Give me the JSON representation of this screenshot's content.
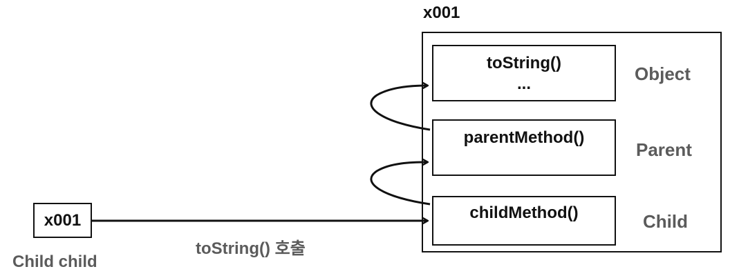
{
  "instance": {
    "address_label": "x001",
    "layers": [
      {
        "class_name": "Object",
        "methods": [
          "toString()",
          "..."
        ]
      },
      {
        "class_name": "Parent",
        "methods": [
          "parentMethod()"
        ]
      },
      {
        "class_name": "Child",
        "methods": [
          "childMethod()"
        ]
      }
    ]
  },
  "variable": {
    "value": "x001",
    "declaration": "Child child"
  },
  "call": {
    "label": "toString() 호출"
  },
  "colors": {
    "stroke": "#111111",
    "muted_text": "#5b5b5b"
  }
}
